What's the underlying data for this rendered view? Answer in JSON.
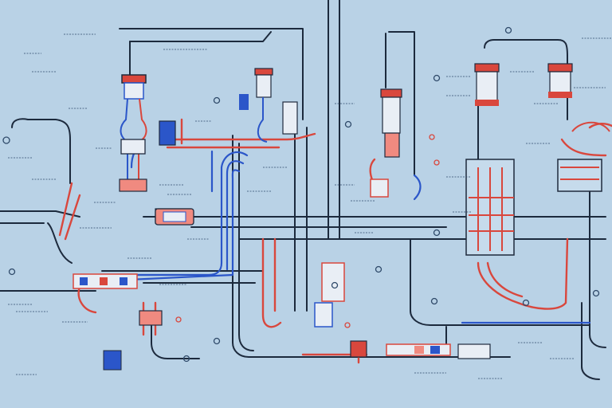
{
  "diagram": {
    "title": "",
    "colors": {
      "background": "#b9d2e6",
      "pipe_dark": "#1f2a3d",
      "pipe_blue": "#2b56c9",
      "pipe_red": "#d9473d",
      "pipe_light_red": "#f08a80",
      "fitting_fill": "#e9eef5",
      "annotation_ink": "#2f4a6a"
    },
    "components": [
      {
        "kind": "valve-stack",
        "name": "left-valve-stack"
      },
      {
        "kind": "valve-stack",
        "name": "center-valve-stack"
      },
      {
        "kind": "valve-stack",
        "name": "right-valve-pair"
      },
      {
        "kind": "coupling",
        "name": "mid-coupling"
      },
      {
        "kind": "manifold",
        "name": "left-manifold"
      },
      {
        "kind": "manifold",
        "name": "bottom-manifold"
      },
      {
        "kind": "heat-exchanger",
        "name": "right-heat-exchanger"
      }
    ]
  }
}
